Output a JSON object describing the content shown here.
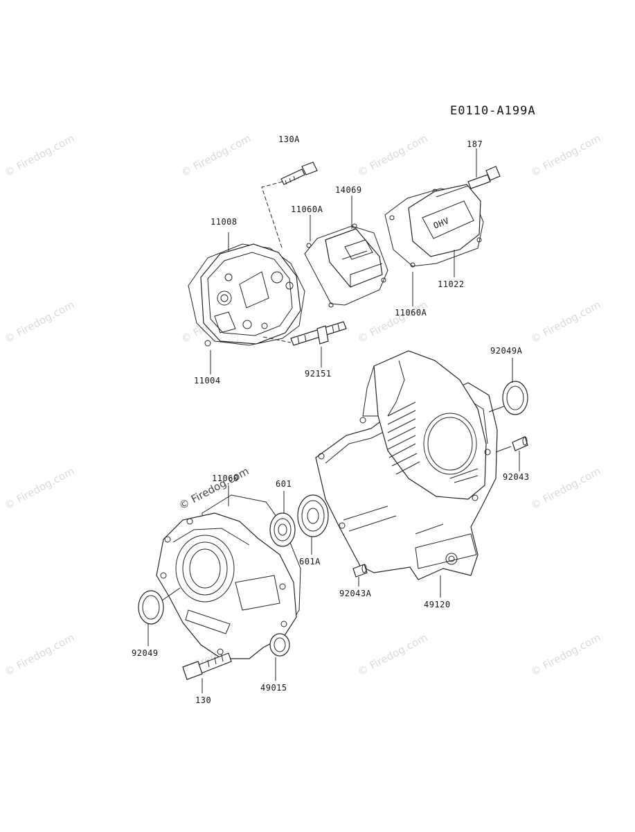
{
  "diagram_code": "E0110-A199A",
  "part_labels": {
    "p130A": "130A",
    "p187": "187",
    "p14069": "14069",
    "p11060A_top": "11060A",
    "p11008": "11008",
    "p11022": "11022",
    "p11060A_bottom": "11060A",
    "p11004": "11004",
    "p92151": "92151",
    "p92049A": "92049A",
    "p92043": "92043",
    "p11060": "11060",
    "p601": "601",
    "p601A": "601A",
    "p92043A": "92043A",
    "p49120": "49120",
    "p92049": "92049",
    "p49015": "49015",
    "p130": "130"
  },
  "watermark": "© Firedog.com",
  "cover_marking": "OHV"
}
